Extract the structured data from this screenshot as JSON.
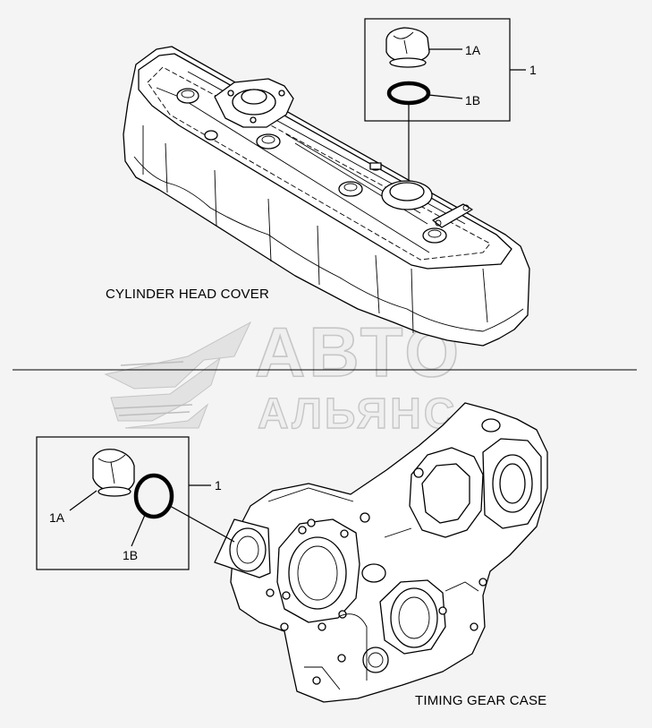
{
  "captions": {
    "cylinder_head_cover": "CYLINDER HEAD COVER",
    "timing_gear_case": "TIMING GEAR CASE"
  },
  "callouts": {
    "top": {
      "kit": "1",
      "cap": "1A",
      "ring": "1B"
    },
    "bottom": {
      "kit": "1",
      "cap": "1A",
      "ring": "1B"
    }
  },
  "watermark": {
    "line1": "АВТО",
    "line2": "АЛЬЯНС"
  },
  "colors": {
    "background": "#f4f4f4",
    "linework": "#000000",
    "watermark": "#c8c8c8"
  }
}
